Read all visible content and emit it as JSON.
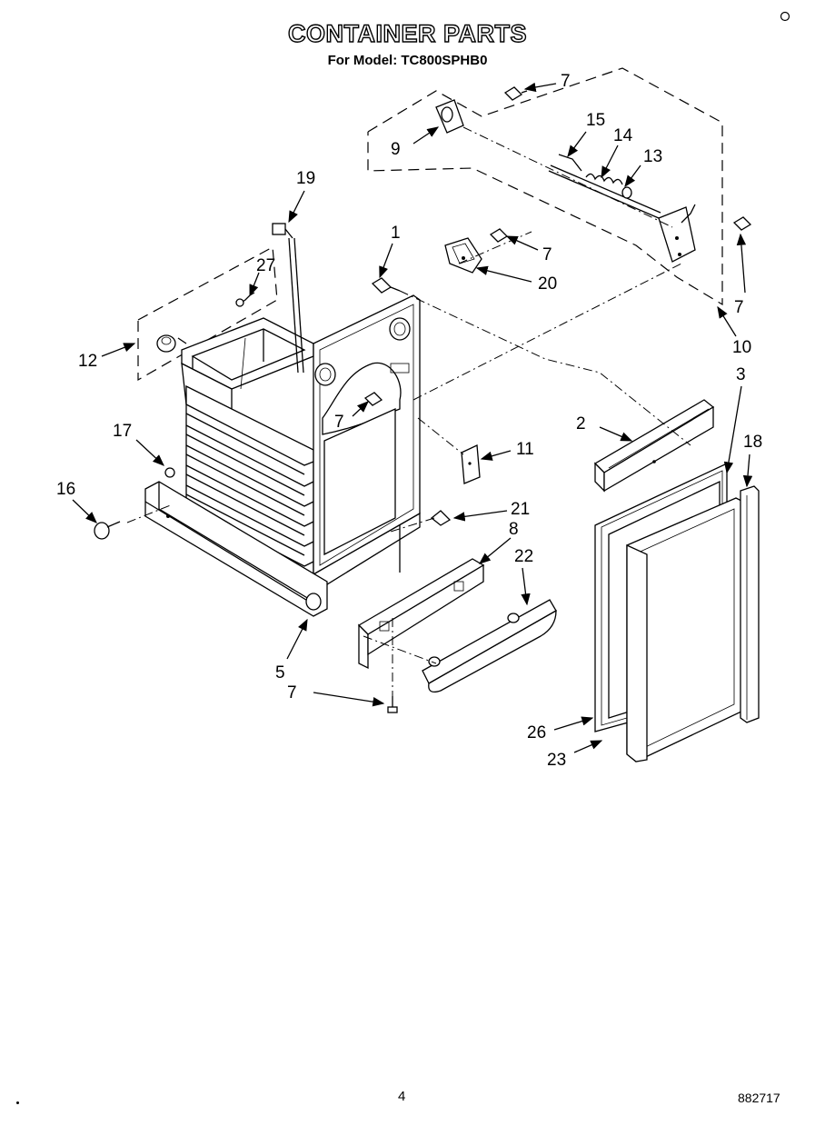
{
  "header": {
    "title": "CONTAINER PARTS",
    "subtitle": "For Model: TC800SPHB0"
  },
  "footer": {
    "page_number": "4",
    "document_number": "882717"
  },
  "callouts": {
    "c1": "1",
    "c2": "2",
    "c3": "3",
    "c5": "5",
    "c7a": "7",
    "c7b": "7",
    "c7c": "7",
    "c7d": "7",
    "c7e": "7",
    "c8": "8",
    "c9": "9",
    "c10": "10",
    "c11": "11",
    "c12": "12",
    "c13": "13",
    "c14": "14",
    "c15": "15",
    "c16": "16",
    "c17": "17",
    "c18": "18",
    "c19": "19",
    "c20": "20",
    "c21": "21",
    "c22": "22",
    "c23": "23",
    "c26": "26",
    "c27": "27"
  }
}
